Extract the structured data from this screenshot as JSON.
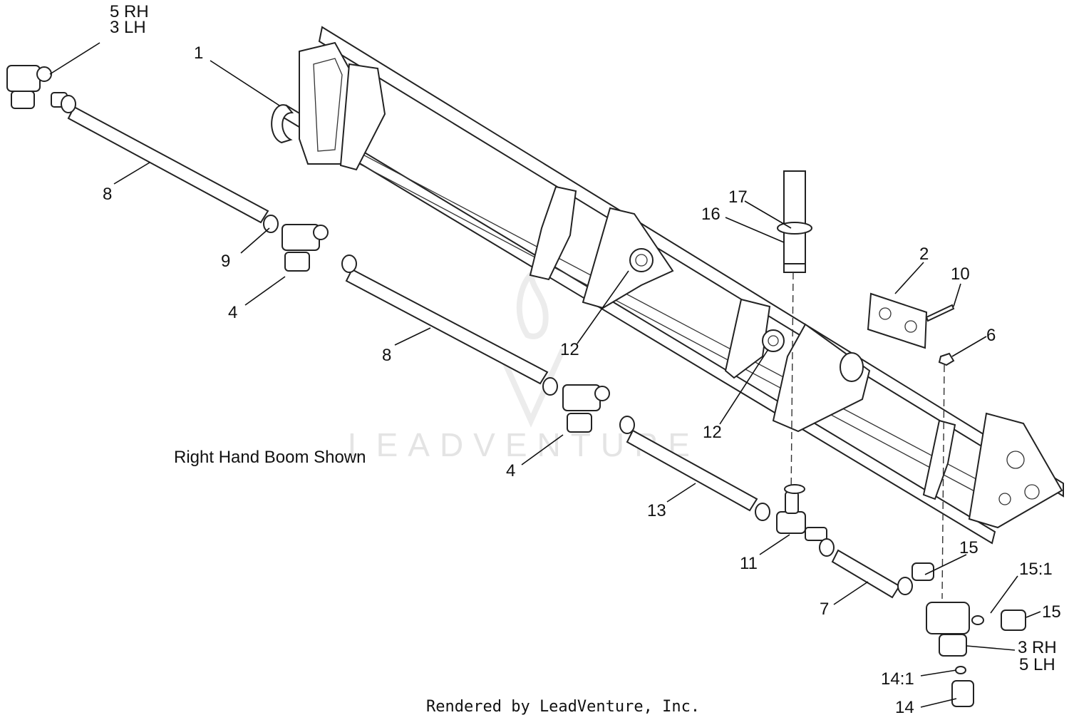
{
  "callouts": {
    "c1": "1",
    "c2": "2",
    "c4a": "4",
    "c4b": "4",
    "c5rh": "5 RH",
    "c3lh": "3 LH",
    "c6": "6",
    "c7": "7",
    "c8a": "8",
    "c8b": "8",
    "c9": "9",
    "c10": "10",
    "c11": "11",
    "c12a": "12",
    "c12b": "12",
    "c13": "13",
    "c14": "14",
    "c14_1": "14:1",
    "c15a": "15",
    "c15b": "15",
    "c15_1": "15:1",
    "c16": "16",
    "c17": "17",
    "c3rh": "3 RH",
    "c5lh": "5 LH"
  },
  "caption": "Right Hand Boom Shown",
  "credit": "Rendered by LeadVenture, Inc.",
  "watermark": "LEADVENTURE"
}
